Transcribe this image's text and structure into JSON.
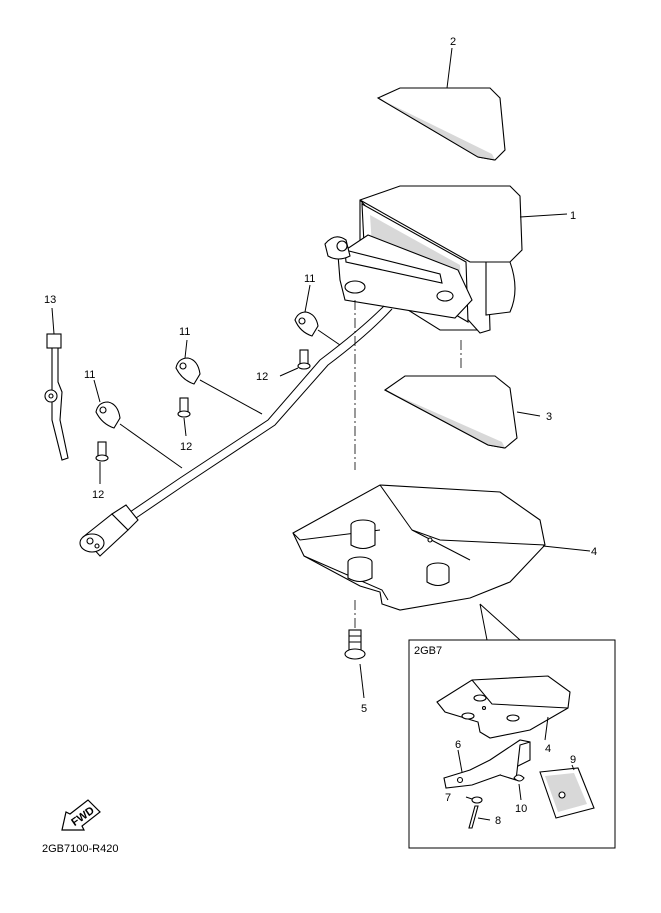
{
  "callouts": {
    "c1": "1",
    "c2": "2",
    "c3": "3",
    "c4": "4",
    "c5": "5",
    "c11a": "11",
    "c11b": "11",
    "c11c": "11",
    "c12a": "12",
    "c12b": "12",
    "c12c": "12",
    "c13": "13",
    "inset4": "4",
    "c6": "6",
    "c7": "7",
    "c8": "8",
    "c9": "9",
    "c10": "10"
  },
  "inset": {
    "title": "2GB7"
  },
  "fwd_label": "FWD",
  "drawing_code": "2GB7100-R420"
}
